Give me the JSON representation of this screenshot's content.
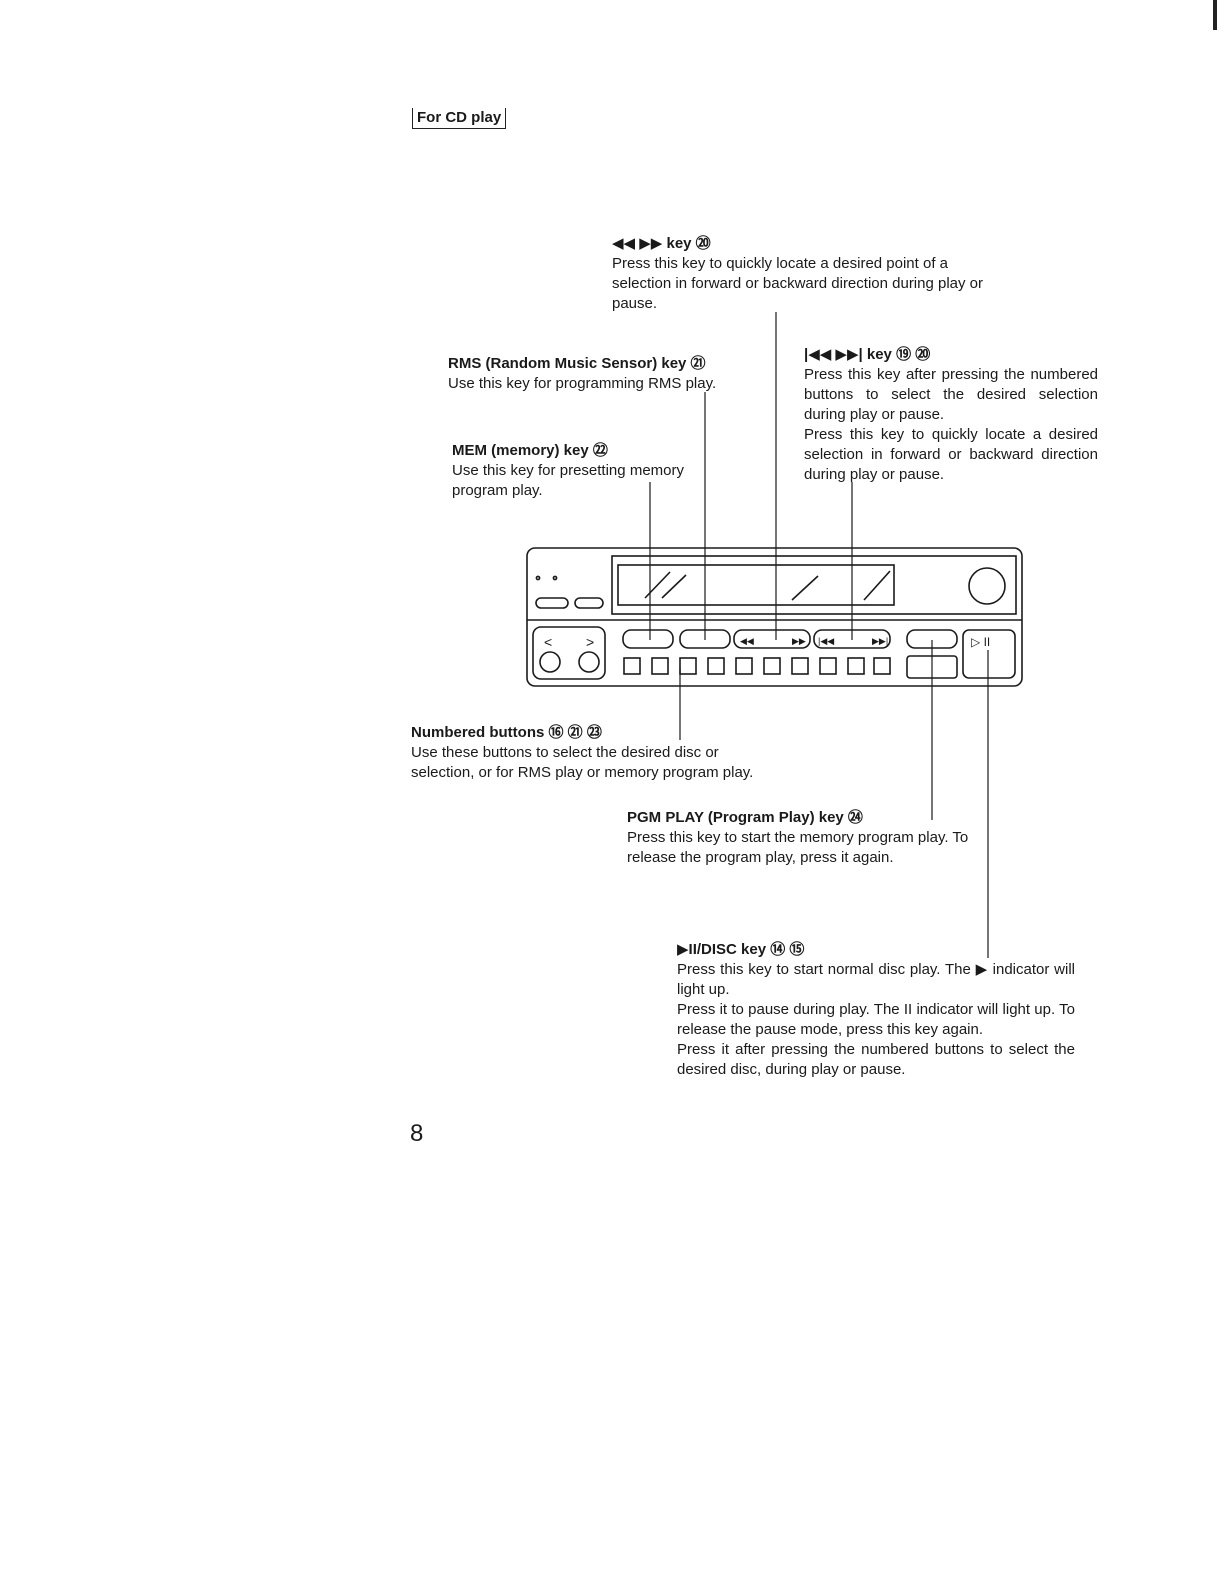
{
  "section_tag": "For CD play",
  "callouts": {
    "search": {
      "title": "◀◀ ▶▶ key ⑳",
      "body": "Press this key to quickly locate a desired point of a selection in forward or backward direction during play or pause."
    },
    "rms": {
      "title": "RMS (Random Music Sensor) key ㉑",
      "body": "Use this key for programming RMS play."
    },
    "mem": {
      "title": "MEM (memory) key ㉒",
      "body": "Use this key for presetting memory program play."
    },
    "skip": {
      "title": "|◀◀ ▶▶| key ⑲ ⑳",
      "body1": "Press this key after pressing the numbered buttons to select the desired selection during play or pause.",
      "body2": "Press this key to quickly locate a desired selection in forward or backward direction during play or pause."
    },
    "numbered": {
      "title": "Numbered buttons ⑯ ㉑ ㉓",
      "body": "Use these buttons to select the desired disc or selection, or for RMS play or memory program play."
    },
    "pgm": {
      "title": "PGM PLAY (Program Play) key ㉔",
      "body": "Press this key to start the memory program play. To release the program play, press it again."
    },
    "disc": {
      "title": "▶II/DISC key ⑭ ⑮",
      "body1": "Press this key to start normal disc play. The ▶ indicator will light up.",
      "body2": "Press it to pause during play. The II indicator will light up. To release the pause mode, press this key again.",
      "body3": "Press it after pressing the numbered buttons to select the desired disc, during play or pause."
    }
  },
  "page_number": "8"
}
